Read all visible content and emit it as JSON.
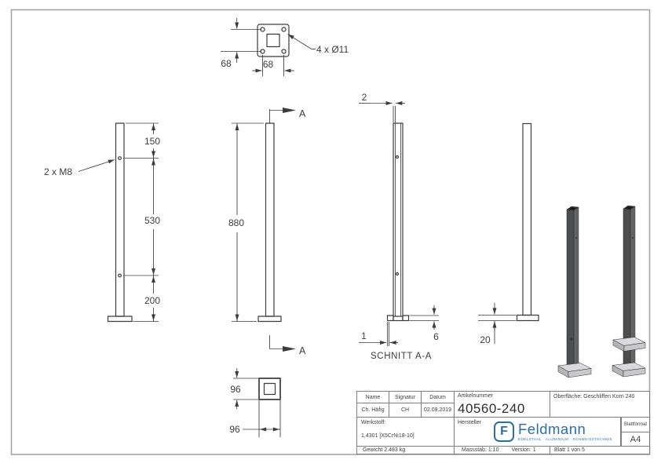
{
  "colors": {
    "line": "#3c3c3c",
    "frame": "#a6a6a6",
    "brand_blue": "#2a6fad",
    "post_dark": "#4c4d4f",
    "plate_light": "#dadadc"
  },
  "drawing": {
    "top_view_dim_v": "68",
    "top_view_dim_h": "68",
    "top_view_note": "4 x Ø11",
    "front_dim_top": "150",
    "front_dim_mid": "530",
    "front_dim_bottom": "200",
    "front_note": "2 x M8",
    "height_dim": "880",
    "section_arrow_top": "A",
    "section_arrow_bottom": "A",
    "section_dim_wall": "2",
    "section_dim_gap": "1",
    "section_dim_plate": "6",
    "section_title": "SCHNITT A-A",
    "side_dim_plate": "20",
    "bottom_view_dim_v": "96",
    "bottom_view_dim_h": "96"
  },
  "title_block": {
    "name_header": "Name",
    "signatur_header": "Signatur",
    "datum_header": "Datum",
    "name": "Ch. Häfig",
    "signatur": "CH",
    "datum": "02.09.2019",
    "artikelnummer_label": "Artikelnummer",
    "artikelnummer": "40560-240",
    "oberflaeche": "Oberfläche:  Geschliffen Korn 240",
    "werkstoff_label": "Werkstoff:",
    "werkstoff": "1.4301 [X5CrNi18-10]",
    "hersteller_label": "Hersteller",
    "blattformat_label": "Blattformat",
    "blattformat": "A4",
    "gewicht": "Gewicht 2.483 kg",
    "massstab": "Massstab: 1:10",
    "version": "Version: 1",
    "blatt": "Blatt 1 von 5",
    "logo": {
      "f": "F",
      "brand": "Feldmann",
      "tagline": "EDELSTAHL · ALUMINIUM · SCHWEISSTECHNIK"
    }
  }
}
